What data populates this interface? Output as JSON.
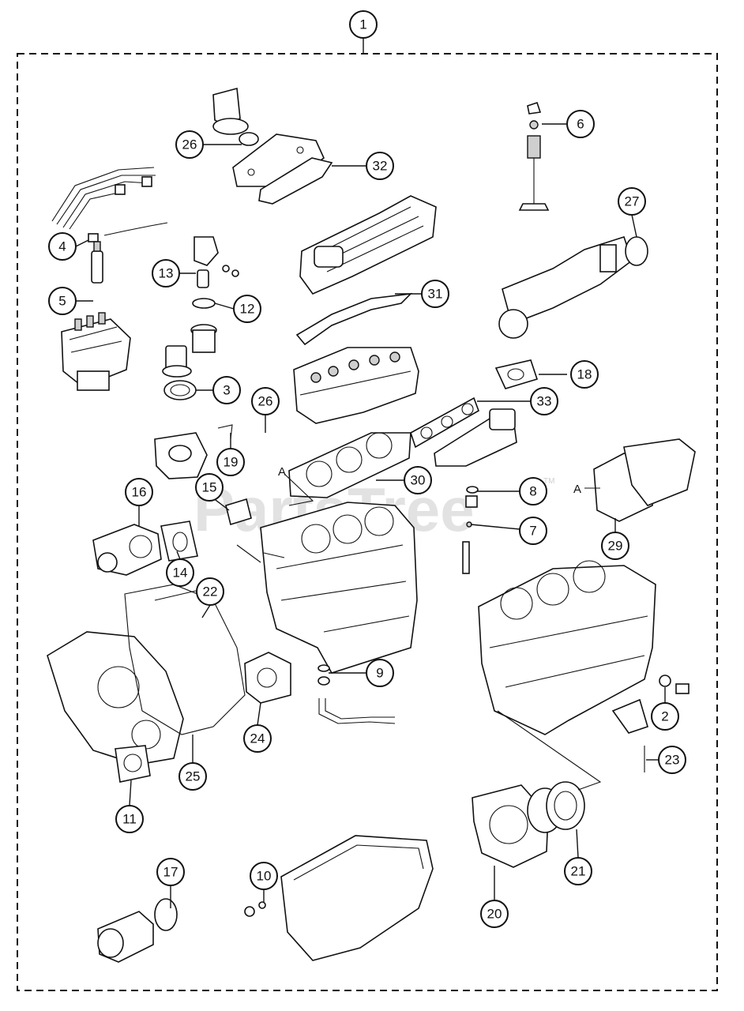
{
  "watermark": {
    "text": "PartsTree",
    "trademark": "TM"
  },
  "reference_marks": {
    "a_left": "A",
    "a_right": "A"
  },
  "callouts": [
    {
      "id": "c1",
      "label": "1"
    },
    {
      "id": "c2",
      "label": "2"
    },
    {
      "id": "c3",
      "label": "3"
    },
    {
      "id": "c4",
      "label": "4"
    },
    {
      "id": "c5",
      "label": "5"
    },
    {
      "id": "c6",
      "label": "6"
    },
    {
      "id": "c7",
      "label": "7"
    },
    {
      "id": "c8",
      "label": "8"
    },
    {
      "id": "c9",
      "label": "9"
    },
    {
      "id": "c10",
      "label": "10"
    },
    {
      "id": "c11",
      "label": "11"
    },
    {
      "id": "c12",
      "label": "12"
    },
    {
      "id": "c13",
      "label": "13"
    },
    {
      "id": "c14",
      "label": "14"
    },
    {
      "id": "c15",
      "label": "15"
    },
    {
      "id": "c16",
      "label": "16"
    },
    {
      "id": "c17",
      "label": "17"
    },
    {
      "id": "c18",
      "label": "18"
    },
    {
      "id": "c19",
      "label": "19"
    },
    {
      "id": "c20",
      "label": "20"
    },
    {
      "id": "c21",
      "label": "21"
    },
    {
      "id": "c22",
      "label": "22"
    },
    {
      "id": "c23",
      "label": "23"
    },
    {
      "id": "c24",
      "label": "24"
    },
    {
      "id": "c25",
      "label": "25"
    },
    {
      "id": "c26a",
      "label": "26"
    },
    {
      "id": "c26b",
      "label": "26"
    },
    {
      "id": "c27",
      "label": "27"
    },
    {
      "id": "c29",
      "label": "29"
    },
    {
      "id": "c30",
      "label": "30"
    },
    {
      "id": "c31",
      "label": "31"
    },
    {
      "id": "c32",
      "label": "32"
    },
    {
      "id": "c33",
      "label": "33"
    }
  ]
}
